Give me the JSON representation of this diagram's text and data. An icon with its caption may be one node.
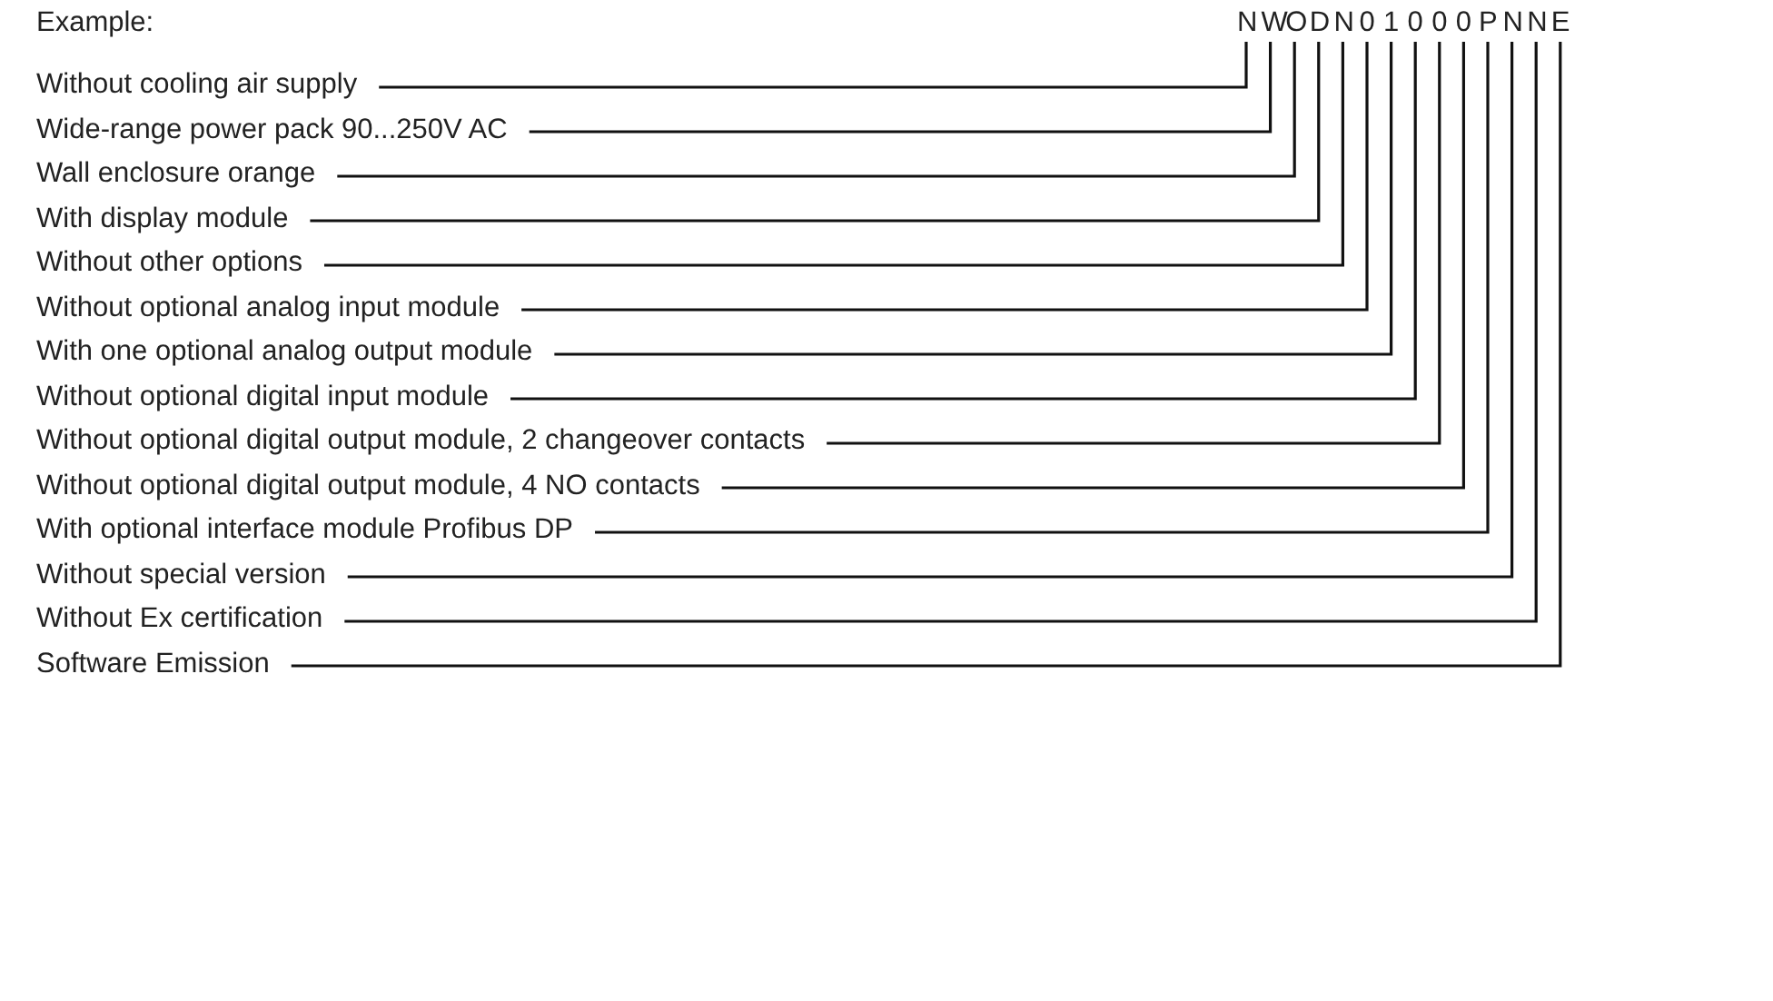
{
  "diagram": {
    "nodes": [
      {
        "text": [
          "N"
        ]
      },
      {
        "text": [
          "W"
        ]
      },
      {
        "text": [
          "O"
        ]
      },
      {
        "text": [
          "D"
        ]
      },
      {
        "text": [
          "N"
        ]
      },
      {
        "text": [
          "0"
        ]
      },
      {
        "text": [
          "1"
        ]
      },
      {
        "text": [
          "0"
        ]
      },
      {
        "text": [
          "0"
        ]
      },
      {
        "text": [
          "0"
        ]
      },
      {
        "text": [
          "P"
        ]
      },
      {
        "text": [
          "N"
        ]
      },
      {
        "text": [
          "N"
        ]
      },
      {
        "text": [
          "E"
        ]
      },
      {
        "text": [
          "Without cooling air supply"
        ]
      },
      {
        "text": [
          "Wide-range power pack 90...250V AC"
        ]
      },
      {
        "text": [
          "Wall enclosure orange"
        ]
      },
      {
        "text": [
          "With display module"
        ]
      },
      {
        "text": [
          "Without other options"
        ]
      },
      {
        "text": [
          "Without optional analog input module"
        ]
      },
      {
        "text": [
          "With one optional analog output module"
        ]
      },
      {
        "text": [
          "Without optional digital input module"
        ]
      },
      {
        "text": [
          "Without optional digital output module, 2 changeover contacts"
        ]
      },
      {
        "text": [
          "Without optional digital output module, 4 NO contacts"
        ]
      },
      {
        "text": [
          "With optional interface module Profibus DP"
        ]
      },
      {
        "text": [
          "Without special version"
        ]
      },
      {
        "text": [
          "Without Ex certification"
        ]
      },
      {
        "text": [
          "Software Emission"
        ]
      }
    ],
    "edges": [
      {
        "from": 14,
        "to": 0,
        "arrow": "none"
      },
      {
        "from": 15,
        "to": 1,
        "arrow": "none"
      },
      {
        "from": 16,
        "to": 2,
        "arrow": "none"
      },
      {
        "from": 17,
        "to": 3,
        "arrow": "none"
      },
      {
        "from": 18,
        "to": 4,
        "arrow": "none"
      },
      {
        "from": 19,
        "to": 5,
        "arrow": "none"
      },
      {
        "from": 20,
        "to": 6,
        "arrow": "none"
      },
      {
        "from": 21,
        "to": 7,
        "arrow": "none"
      },
      {
        "from": 22,
        "to": 8,
        "arrow": "none"
      },
      {
        "from": 23,
        "to": 9,
        "arrow": "none"
      },
      {
        "from": 24,
        "to": 10,
        "arrow": "none"
      },
      {
        "from": 25,
        "to": 11,
        "arrow": "none"
      },
      {
        "from": 26,
        "to": 12,
        "arrow": "none"
      },
      {
        "from": 27,
        "to": 13,
        "arrow": "none"
      }
    ],
    "labels": [
      "Example:"
    ]
  }
}
